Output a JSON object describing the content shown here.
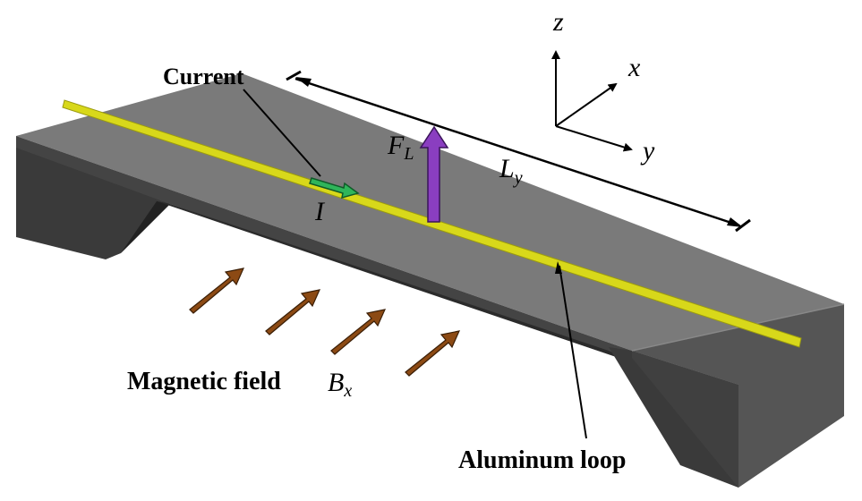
{
  "labels": {
    "current": "Current",
    "current_symbol": "I",
    "force_symbol": "F",
    "force_subscript": "L",
    "length_symbol": "L",
    "length_subscript": "y",
    "magnetic_field": "Magnetic field",
    "field_symbol": "B",
    "field_subscript": "x",
    "aluminum_loop": "Aluminum loop"
  },
  "axes": {
    "z": "z",
    "x": "x",
    "y": "y"
  },
  "colors": {
    "beam_top": "#7b7b7b",
    "beam_front": "#3c3c3c",
    "beam_side": "#555555",
    "beam_dark": "#2a2a2a",
    "aluminum_strip": "#d8d81a",
    "aluminum_strip_edge": "#9a9a10",
    "current_arrow": "#2fb55a",
    "force_arrow": "#8a3ec0",
    "field_arrow": "#8c4a14"
  },
  "icons": {
    "current": "green-arrow-icon",
    "force": "purple-up-arrow-icon",
    "field": "brown-arrow-icon"
  }
}
